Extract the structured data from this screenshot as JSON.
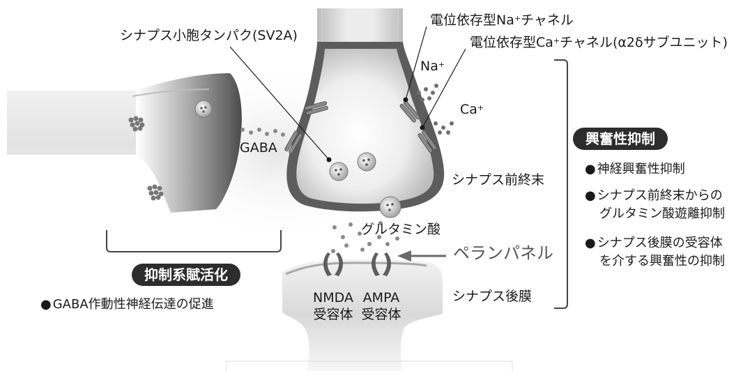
{
  "labels": {
    "sv2a": "シナプス小胞タンパク(SV2A)",
    "na_channel": "電位依存型Na",
    "na_channel_sup": "+",
    "na_channel_tail": "チャネル",
    "ca_channel": "電位依存型Ca",
    "ca_channel_sup": "+",
    "ca_channel_tail": "チャネル(α2δサブユニット)",
    "na": "Na",
    "na_sup": "+",
    "ca": "Ca",
    "ca_sup": "+",
    "gaba": "GABA",
    "presynaptic_terminal": "シナプス前終末",
    "glutamate": "グルタミン酸",
    "perampanel": "ペランパネル",
    "postsynaptic_membrane": "シナプス後膜",
    "nmda": "NMDA",
    "nmda_receptor": "受容体",
    "ampa": "AMPA",
    "ampa_receptor": "受容体"
  },
  "inhibitory": {
    "badge": "抑制系賦活化",
    "items": [
      "GABA作動性神経伝達の促進"
    ]
  },
  "excitatory": {
    "badge": "興奮性抑制",
    "items": [
      {
        "line1": "神経興奮性抑制"
      },
      {
        "line1": "シナプス前終末からの",
        "line2": "グルタミン酸遊離抑制"
      },
      {
        "line1": "シナプス後膜の受容体",
        "line2": "を介する興奮性の抑制"
      }
    ]
  },
  "bullet_symbol": "●",
  "colors": {
    "cell_dark": "#5a5a5a",
    "cell_light": "#ededed",
    "badge_bg": "#2d2d2d",
    "channel": "#8c8c8c"
  }
}
